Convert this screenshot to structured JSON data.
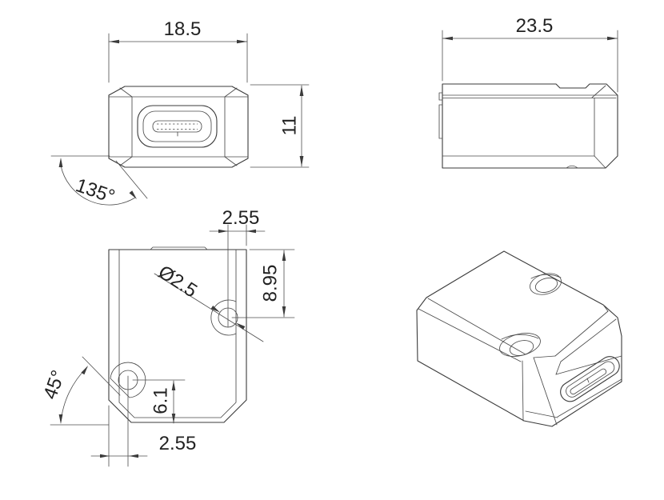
{
  "drawing": {
    "type": "engineering-multiview-drawing",
    "part": "usb-c-adapter-housing",
    "views": {
      "front": {
        "dims": {
          "width": "18.5",
          "height": "11",
          "chamfer_angle": "135°"
        }
      },
      "side": {
        "dims": {
          "depth": "23.5"
        }
      },
      "plan": {
        "dims": {
          "hole_offset_right": "2.55",
          "hole_diameter": "Ø2.5",
          "hole_dist_top": "8.95",
          "chamfer_angle": "45°",
          "hole_dist_bottom": "6.1",
          "hole_offset_left": "2.55"
        }
      }
    },
    "colors": {
      "background": "#ffffff",
      "part_edges": "#3b3b3b",
      "dimension_lines": "#4d4d4d",
      "text": "#222222"
    }
  }
}
